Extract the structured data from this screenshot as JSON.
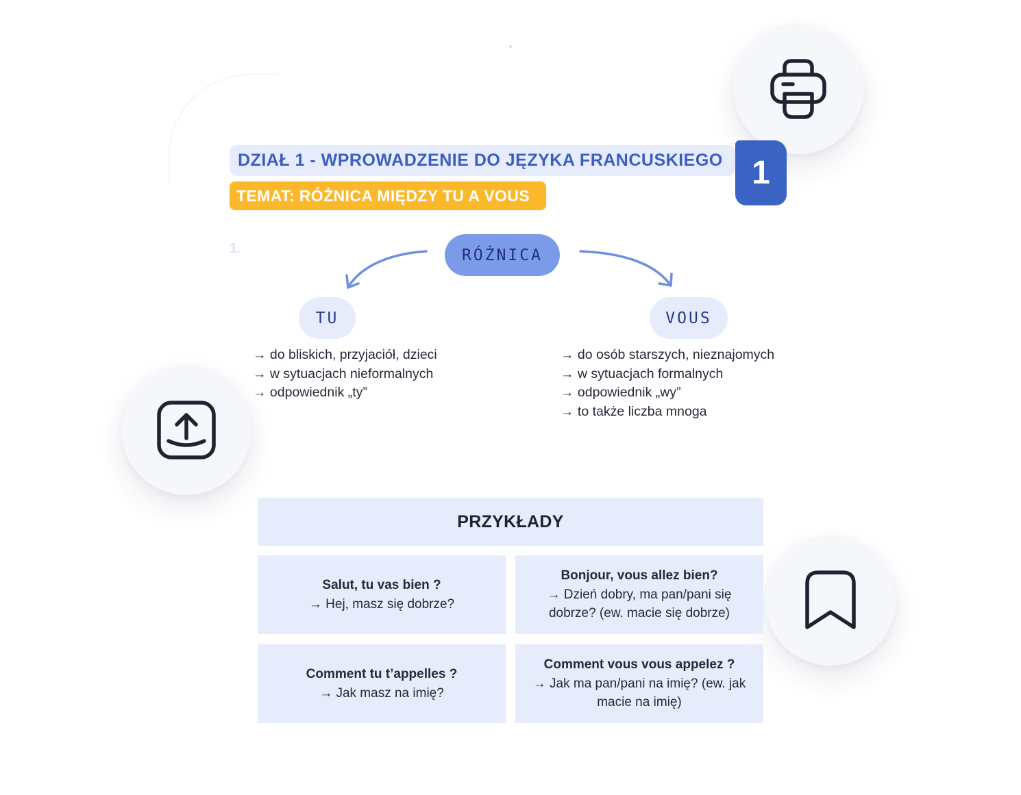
{
  "colors": {
    "accent_blue": "#3b5fc0",
    "light_blue": "#e6ecfb",
    "pill_blue": "#7b9be8",
    "badge_blue": "#3a63c4",
    "topic_orange": "#fbb82a",
    "icon_dark": "#1f2330"
  },
  "toolbar": {
    "print_icon": "printer-icon",
    "upload_icon": "upload-icon",
    "bookmark_icon": "bookmark-icon"
  },
  "lesson": {
    "chapter_title": "DZIAŁ 1 - WPROWADZENIE DO JĘZYKA FRANCUSKIEGO",
    "topic_title": "TEMAT: RÓŻNICA MIĘDZY TU A VOUS",
    "chapter_number": "1",
    "faint_number": "1."
  },
  "diagram": {
    "center_label": "RÓŻNICA",
    "left": {
      "label": "TU",
      "items": [
        "→ do bliskich, przyjaciół, dzieci",
        "→ w sytuacjach nieformalnych",
        "→ odpowiednik „ty”"
      ]
    },
    "right": {
      "label": "VOUS",
      "items": [
        "→ do osób starszych, nieznajomych",
        "→ w sytuacjach formalnych",
        "→ odpowiednik „wy”",
        "→ to także liczba mnoga"
      ]
    }
  },
  "examples": {
    "header": "PRZYKŁADY",
    "cells": [
      {
        "fr": "Salut, tu vas bien ?",
        "pl": "→ Hej, masz się dobrze?"
      },
      {
        "fr": "Bonjour, vous allez bien?",
        "pl": "→ Dzień dobry, ma pan/pani się dobrze? (ew. macie się dobrze)"
      },
      {
        "fr": "Comment tu t’appelles ?",
        "pl": "→ Jak masz na imię?"
      },
      {
        "fr": "Comment vous vous appelez ?",
        "pl": "→ Jak ma pan/pani na imię? (ew. jak macie na imię)"
      }
    ]
  }
}
